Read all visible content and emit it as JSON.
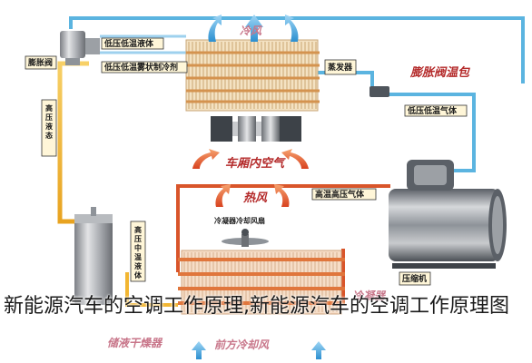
{
  "diagram": {
    "labels": {
      "cold_wind": "冷风",
      "cabin_air": "车厢内空气",
      "hot_wind": "热风",
      "front_wind": "前方冷却风",
      "evaporator": "蒸发器",
      "expansion_valve": "膨胀阀",
      "temp_sensor": "膨胀阀温包",
      "lowtemp_lowpress_liquid": "低压低温液体",
      "lowtemp_lowpress_mist": "低压低温雾状制冷剂",
      "lowtemp_lowpress_gas": "低压低温气体",
      "hightemp_highpress_gas": "高温高压气体",
      "hightemp_highpress_liquid": "高压中温液体",
      "high_pressure_liquid_vertical": "高压液态",
      "condenser_fan": "冷凝器冷却风扇",
      "compressor": "压缩机",
      "receiver_dryer": "储液干燥器",
      "condenser": "冷凝器"
    }
  },
  "caption": {
    "text": "新能源汽车的空调工作原理,新能源汽车的空调工作原理图"
  },
  "colors": {
    "cold_pipe": "#5bb4e0",
    "hot_pipe": "#d9552a",
    "warm_pipe": "#f2b632",
    "evaporator_fin": "#e7c79a",
    "condenser_fin": "#e9b48e",
    "label_bg": "#fff6d8"
  }
}
